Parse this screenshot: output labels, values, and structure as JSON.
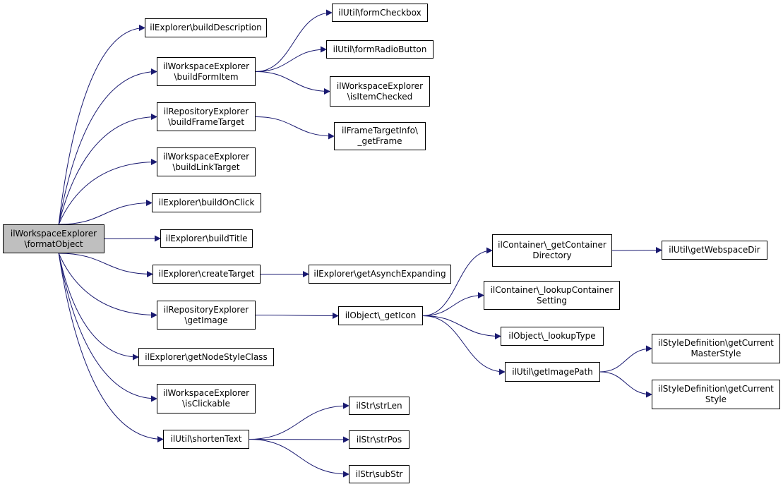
{
  "graph": {
    "nodes": [
      {
        "id": "root",
        "lines": [
          "ilWorkspaceExplorer",
          "\\formatObject"
        ],
        "highlighted": true
      },
      {
        "id": "n1",
        "lines": [
          "ilExplorer\\buildDescription"
        ]
      },
      {
        "id": "n2",
        "lines": [
          "ilWorkspaceExplorer",
          "\\buildFormItem"
        ]
      },
      {
        "id": "n3",
        "lines": [
          "ilRepositoryExplorer",
          "\\buildFrameTarget"
        ]
      },
      {
        "id": "n4",
        "lines": [
          "ilWorkspaceExplorer",
          "\\buildLinkTarget"
        ]
      },
      {
        "id": "n5",
        "lines": [
          "ilExplorer\\buildOnClick"
        ]
      },
      {
        "id": "n6",
        "lines": [
          "ilExplorer\\buildTitle"
        ]
      },
      {
        "id": "n7",
        "lines": [
          "ilExplorer\\createTarget"
        ]
      },
      {
        "id": "n8",
        "lines": [
          "ilRepositoryExplorer",
          "\\getImage"
        ]
      },
      {
        "id": "n9",
        "lines": [
          "ilExplorer\\getNodeStyleClass"
        ]
      },
      {
        "id": "n10",
        "lines": [
          "ilWorkspaceExplorer",
          "\\isClickable"
        ]
      },
      {
        "id": "n11",
        "lines": [
          "ilUtil\\shortenText"
        ]
      },
      {
        "id": "n12",
        "lines": [
          "ilUtil\\formCheckbox"
        ]
      },
      {
        "id": "n13",
        "lines": [
          "ilUtil\\formRadioButton"
        ]
      },
      {
        "id": "n14",
        "lines": [
          "ilWorkspaceExplorer",
          "\\isItemChecked"
        ]
      },
      {
        "id": "n15",
        "lines": [
          "ilFrameTargetInfo\\",
          "_getFrame"
        ]
      },
      {
        "id": "n16",
        "lines": [
          "ilExplorer\\getAsynchExpanding"
        ]
      },
      {
        "id": "n17",
        "lines": [
          "ilObject\\_getIcon"
        ]
      },
      {
        "id": "n18",
        "lines": [
          "ilStr\\strLen"
        ]
      },
      {
        "id": "n19",
        "lines": [
          "ilStr\\strPos"
        ]
      },
      {
        "id": "n20",
        "lines": [
          "ilStr\\subStr"
        ]
      },
      {
        "id": "n21",
        "lines": [
          "ilContainer\\_getContainer",
          "Directory"
        ]
      },
      {
        "id": "n22",
        "lines": [
          "ilContainer\\_lookupContainer",
          "Setting"
        ]
      },
      {
        "id": "n23",
        "lines": [
          "ilObject\\_lookupType"
        ]
      },
      {
        "id": "n24",
        "lines": [
          "ilUtil\\getImagePath"
        ]
      },
      {
        "id": "n25",
        "lines": [
          "ilUtil\\getWebspaceDir"
        ]
      },
      {
        "id": "n26",
        "lines": [
          "ilStyleDefinition\\getCurrent",
          "MasterStyle"
        ]
      },
      {
        "id": "n27",
        "lines": [
          "ilStyleDefinition\\getCurrent",
          "Style"
        ]
      }
    ],
    "edges": [
      [
        "root",
        "n1"
      ],
      [
        "root",
        "n2"
      ],
      [
        "root",
        "n3"
      ],
      [
        "root",
        "n4"
      ],
      [
        "root",
        "n5"
      ],
      [
        "root",
        "n6"
      ],
      [
        "root",
        "n7"
      ],
      [
        "root",
        "n8"
      ],
      [
        "root",
        "n9"
      ],
      [
        "root",
        "n10"
      ],
      [
        "root",
        "n11"
      ],
      [
        "n2",
        "n12"
      ],
      [
        "n2",
        "n13"
      ],
      [
        "n2",
        "n14"
      ],
      [
        "n3",
        "n15"
      ],
      [
        "n7",
        "n16"
      ],
      [
        "n8",
        "n17"
      ],
      [
        "n11",
        "n18"
      ],
      [
        "n11",
        "n19"
      ],
      [
        "n11",
        "n20"
      ],
      [
        "n17",
        "n21"
      ],
      [
        "n17",
        "n22"
      ],
      [
        "n17",
        "n23"
      ],
      [
        "n17",
        "n24"
      ],
      [
        "n21",
        "n25"
      ],
      [
        "n24",
        "n26"
      ],
      [
        "n24",
        "n27"
      ]
    ],
    "edge_color": "#191970"
  }
}
